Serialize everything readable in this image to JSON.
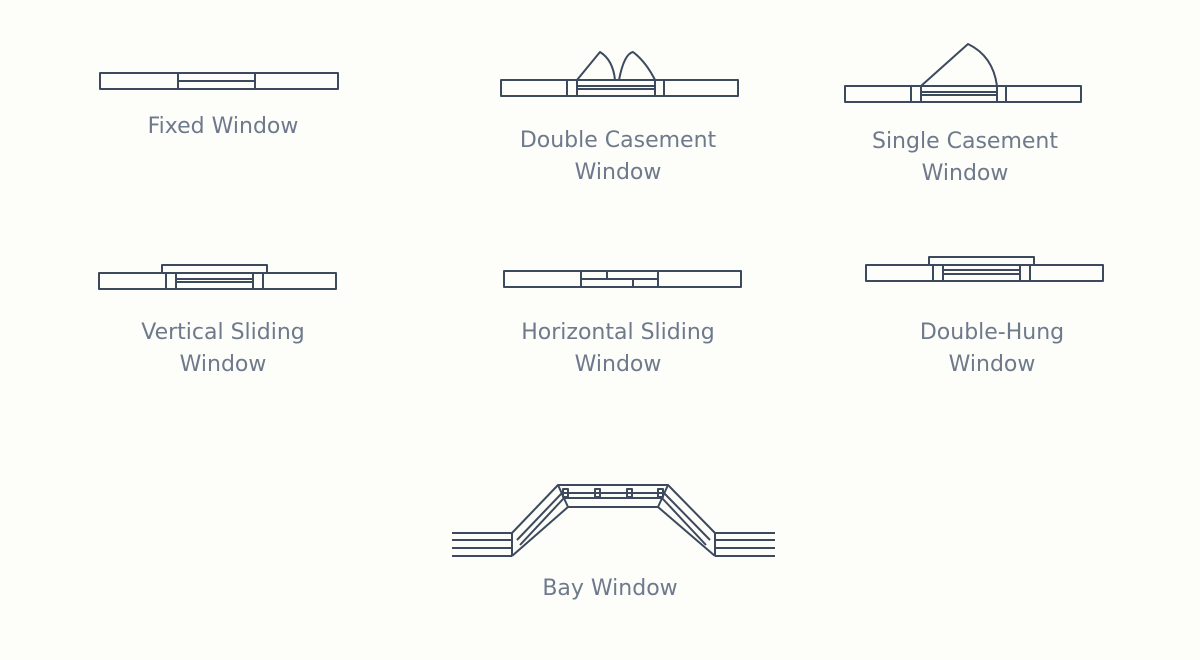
{
  "colors": {
    "background": "#fdfdfa",
    "line": "#3d4a5e",
    "text": "#6e7a8c"
  },
  "windows": [
    {
      "id": "fixed",
      "label_lines": [
        "Fixed Window"
      ]
    },
    {
      "id": "double-casement",
      "label_lines": [
        "Double Casement",
        "Window"
      ]
    },
    {
      "id": "single-casement",
      "label_lines": [
        "Single Casement",
        "Window"
      ]
    },
    {
      "id": "vertical-sliding",
      "label_lines": [
        "Vertical Sliding",
        "Window"
      ]
    },
    {
      "id": "horizontal-sliding",
      "label_lines": [
        "Horizontal Sliding",
        "Window"
      ]
    },
    {
      "id": "double-hung",
      "label_lines": [
        "Double-Hung",
        "Window"
      ]
    },
    {
      "id": "bay",
      "label_lines": [
        "Bay Window"
      ]
    }
  ]
}
